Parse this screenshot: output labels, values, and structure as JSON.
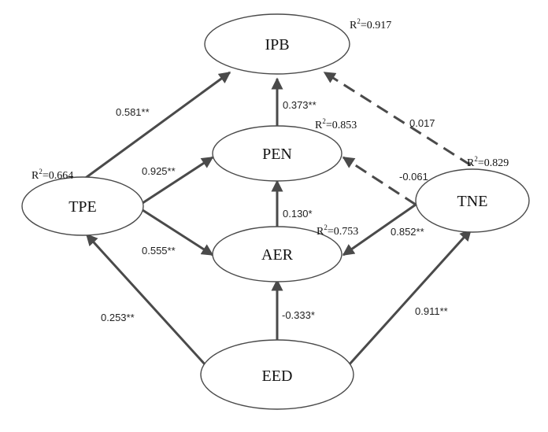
{
  "nodes": {
    "ipb": {
      "label": "IPB",
      "r2": "0.917"
    },
    "pen": {
      "label": "PEN",
      "r2": "0.853"
    },
    "tpe": {
      "label": "TPE",
      "r2": "0.664"
    },
    "tne": {
      "label": "TNE",
      "r2": "0.829"
    },
    "aer": {
      "label": "AER",
      "r2": "0.753"
    },
    "eed": {
      "label": "EED"
    }
  },
  "r2_prefix": "R",
  "r2_sup": "2",
  "r2_eq": "=",
  "edges": {
    "tpe_ipb": {
      "label": "0.581**",
      "style": "solid"
    },
    "pen_ipb": {
      "label": "0.373**",
      "style": "solid"
    },
    "tne_ipb": {
      "label": "0.017",
      "style": "dashed"
    },
    "tpe_pen": {
      "label": "0.925**",
      "style": "solid"
    },
    "tne_pen": {
      "label": "-0.061",
      "style": "dashed"
    },
    "aer_pen": {
      "label": "0.130*",
      "style": "solid"
    },
    "tpe_aer": {
      "label": "0.555**",
      "style": "solid"
    },
    "tne_aer": {
      "label": "0.852**",
      "style": "solid"
    },
    "eed_tpe": {
      "label": "0.253**",
      "style": "solid"
    },
    "eed_aer": {
      "label": "-0.333*",
      "style": "solid"
    },
    "eed_tne": {
      "label": "0.911**",
      "style": "solid"
    }
  },
  "colors": {
    "line": "#4a4a4a",
    "text": "#111111",
    "background": "#ffffff"
  }
}
